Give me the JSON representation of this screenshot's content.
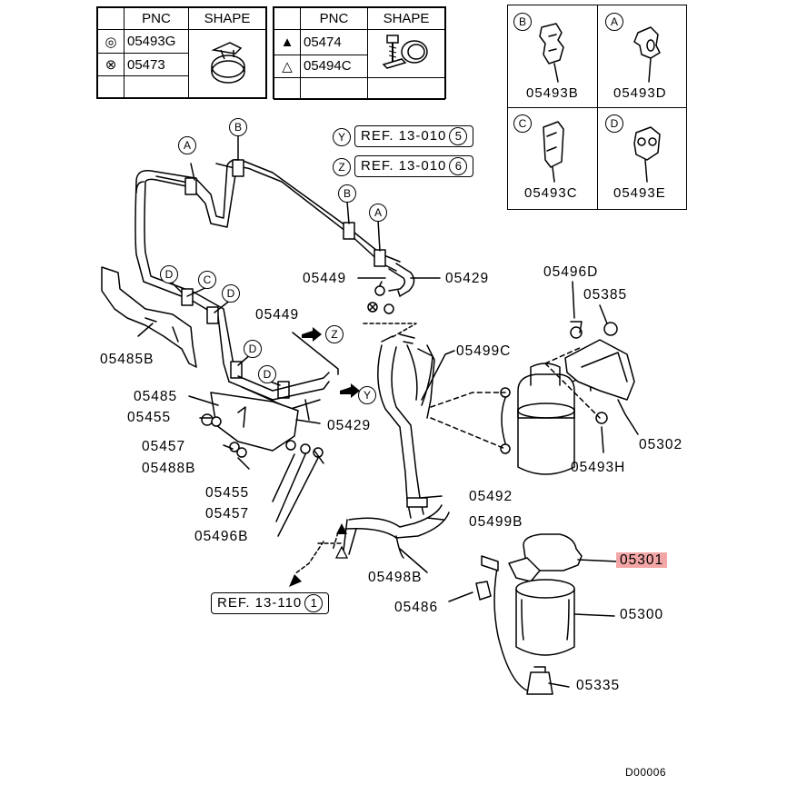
{
  "legend1": {
    "header_pnc": "PNC",
    "header_shape": "SHAPE",
    "rows": [
      {
        "symbol": "◎",
        "pnc": "05493G"
      },
      {
        "symbol": "⊗",
        "pnc": "05473"
      }
    ]
  },
  "legend2": {
    "header_pnc": "PNC",
    "header_shape": "SHAPE",
    "rows": [
      {
        "symbol": "▲",
        "pnc": "05474"
      },
      {
        "symbol": "△",
        "pnc": "05494C"
      }
    ]
  },
  "clip_grid": [
    {
      "letter": "B",
      "pnc": "05493B"
    },
    {
      "letter": "A",
      "pnc": "05493D"
    },
    {
      "letter": "C",
      "pnc": "05493C"
    },
    {
      "letter": "D",
      "pnc": "05493E"
    }
  ],
  "refs": {
    "ref_y": {
      "marker": "Y",
      "text": "REF. 13-010",
      "num": "5"
    },
    "ref_z": {
      "marker": "Z",
      "text": "REF. 13-010",
      "num": "6"
    },
    "ref_bottom": {
      "text": "REF. 13-110",
      "num": "1"
    }
  },
  "markers": {
    "a": "A",
    "b": "B",
    "c": "C",
    "d": "D",
    "y": "Y",
    "z": "Z"
  },
  "labels": {
    "p05449_top": "05449",
    "p05429_top": "05429",
    "p05496D": "05496D",
    "p05385": "05385",
    "p05449_mid": "05449",
    "p05499C": "05499C",
    "p05485B": "05485B",
    "p05485": "05485",
    "p05455a": "05455",
    "p05457a": "05457",
    "p05488B": "05488B",
    "p05429_mid": "05429",
    "p05302": "05302",
    "p05493H": "05493H",
    "p05455b": "05455",
    "p05457b": "05457",
    "p05496B": "05496B",
    "p05492": "05492",
    "p05499B": "05499B",
    "p05498B": "05498B",
    "p05301": "05301",
    "p05486": "05486",
    "p05300": "05300",
    "p05335": "05335",
    "diagram_id": "D00006"
  },
  "colors": {
    "highlight": "#f3a6a6",
    "line": "#000000"
  }
}
